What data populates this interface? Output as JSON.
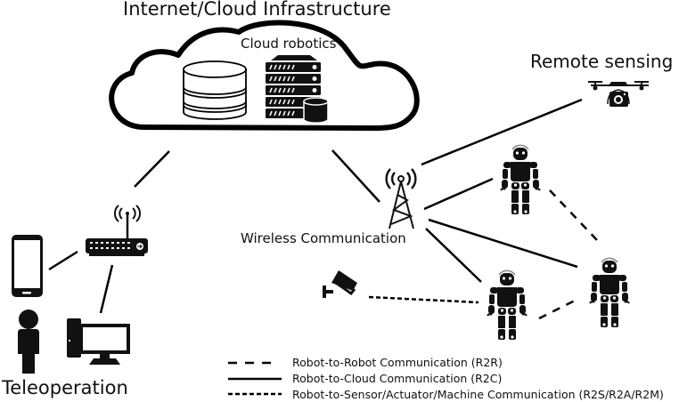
{
  "diagram": {
    "labels": {
      "cloud_infrastructure": "Internet/Cloud Infrastructure",
      "cloud_robotics": "Cloud robotics",
      "remote_sensing": "Remote sensing",
      "wireless_communication": "Wireless Communication",
      "teleoperation": "Teleoperation"
    },
    "nodes": [
      {
        "id": "cloud",
        "icon": "cloud-icon"
      },
      {
        "id": "database",
        "icon": "database-icon"
      },
      {
        "id": "server",
        "icon": "server-rack-icon"
      },
      {
        "id": "router",
        "icon": "wifi-router-icon"
      },
      {
        "id": "smartphone",
        "icon": "smartphone-icon"
      },
      {
        "id": "person",
        "icon": "person-icon"
      },
      {
        "id": "computer",
        "icon": "desktop-computer-icon"
      },
      {
        "id": "tower",
        "icon": "radio-tower-icon"
      },
      {
        "id": "drone",
        "icon": "camera-drone-icon"
      },
      {
        "id": "robot1",
        "icon": "humanoid-robot-icon"
      },
      {
        "id": "robot2",
        "icon": "humanoid-robot-icon"
      },
      {
        "id": "robot3",
        "icon": "humanoid-robot-icon"
      },
      {
        "id": "camera",
        "icon": "security-camera-icon"
      }
    ],
    "edges": [
      {
        "from": "cloud",
        "to": "router",
        "type": "R2C"
      },
      {
        "from": "cloud",
        "to": "tower",
        "type": "R2C"
      },
      {
        "from": "router",
        "to": "smartphone",
        "type": "R2C"
      },
      {
        "from": "router",
        "to": "computer",
        "type": "R2C"
      },
      {
        "from": "tower",
        "to": "drone",
        "type": "R2C"
      },
      {
        "from": "tower",
        "to": "robot1",
        "type": "R2C"
      },
      {
        "from": "tower",
        "to": "robot3",
        "type": "R2C"
      },
      {
        "from": "tower",
        "to": "robot2",
        "type": "R2C"
      },
      {
        "from": "robot1",
        "to": "robot3",
        "type": "R2R"
      },
      {
        "from": "robot2",
        "to": "robot3",
        "type": "R2R"
      },
      {
        "from": "camera",
        "to": "robot2",
        "type": "R2S"
      }
    ],
    "legend": [
      {
        "style": "long-dash",
        "label": "Robot-to-Robot Communication (R2R)"
      },
      {
        "style": "solid",
        "label": "Robot-to-Cloud Communication (R2C)"
      },
      {
        "style": "short-dash",
        "label": "Robot-to-Sensor/Actuator/Machine Communication (R2S/R2A/R2M)"
      }
    ],
    "colors": {
      "ink": "#000000",
      "background": "#ffffff"
    }
  }
}
